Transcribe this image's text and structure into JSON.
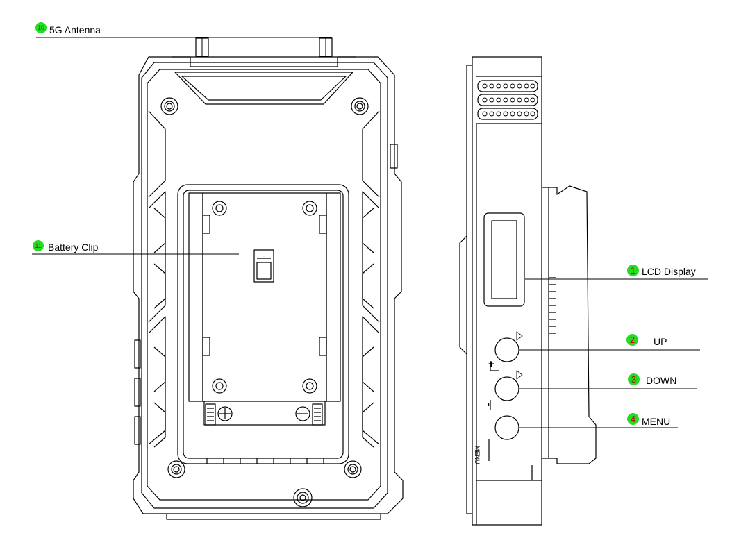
{
  "callouts": [
    {
      "id": "10",
      "text": "5G Antenna"
    },
    {
      "id": "11",
      "text": "Battery Clip"
    },
    {
      "id": "1",
      "text": "LCD Display"
    },
    {
      "id": "2",
      "text": "UP"
    },
    {
      "id": "3",
      "text": "DOWN"
    },
    {
      "id": "4",
      "text": "MENU"
    }
  ],
  "buttons": {
    "plus": "+",
    "minus": "-",
    "menu": "MENU"
  },
  "colors": {
    "badge": "#22dd22",
    "badge_number": "#cc0000",
    "line": "#000000"
  }
}
